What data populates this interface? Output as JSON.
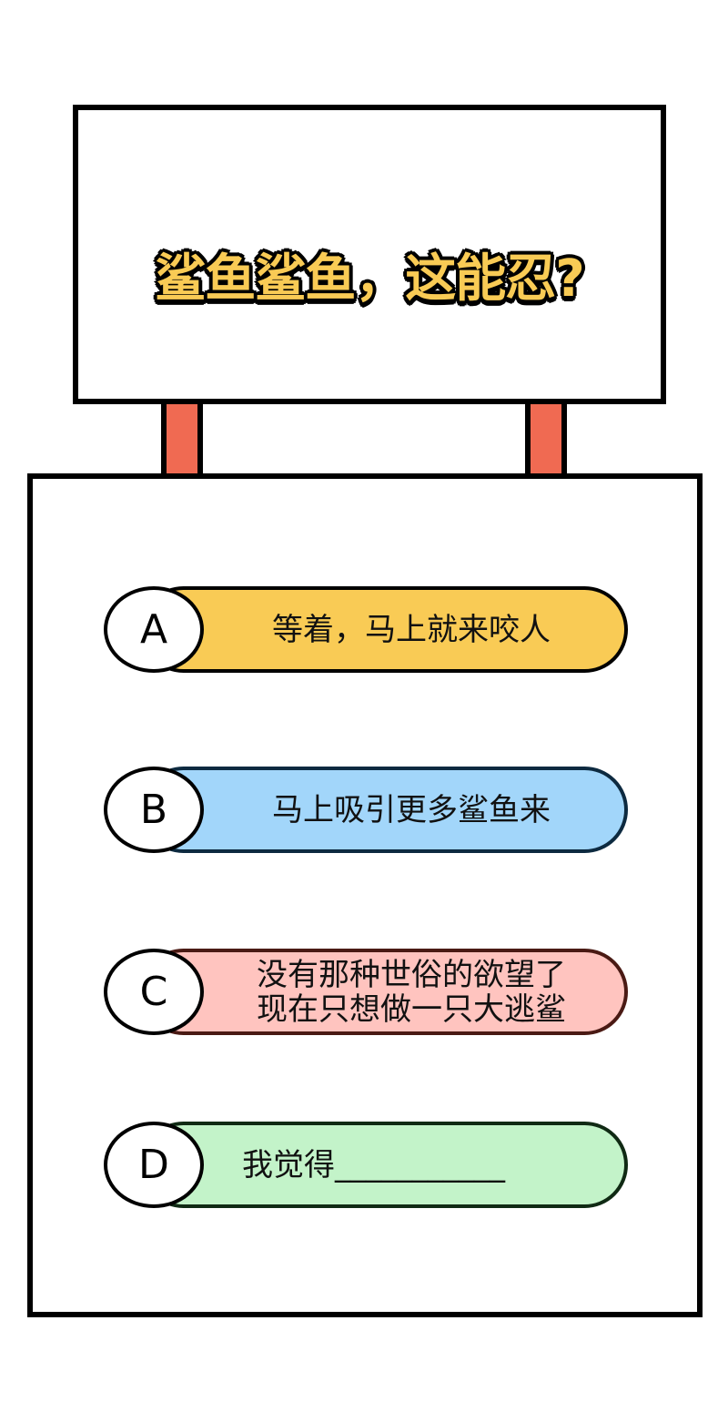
{
  "board": {
    "title": "鲨鱼鲨鱼，这能忍?",
    "title_color": "#f9cb55",
    "post_color": "#f06a52"
  },
  "options": [
    {
      "letter": "A",
      "lines": [
        "等着，马上就来咬人"
      ],
      "fill": "#f9cb55",
      "border": "#000000"
    },
    {
      "letter": "B",
      "lines": [
        "马上吸引更多鲨鱼来"
      ],
      "fill": "#a2d6fa",
      "border": "#0d2a40"
    },
    {
      "letter": "C",
      "lines": [
        "没有那种世俗的欲望了",
        "现在只想做一只大逃鲨"
      ],
      "fill": "#ffc4bf",
      "border": "#4a1a14"
    },
    {
      "letter": "D",
      "lines": [
        "我觉得___________"
      ],
      "fill": "#c3f3c9",
      "border": "#102a14"
    }
  ]
}
